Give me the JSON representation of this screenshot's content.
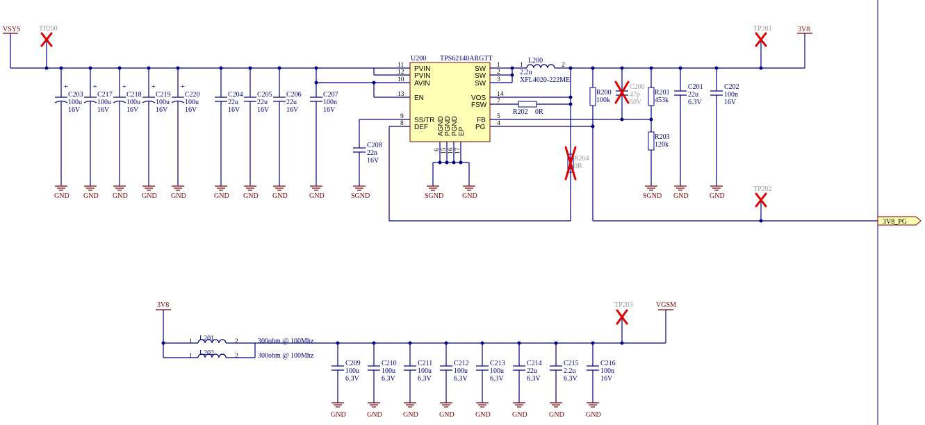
{
  "nets": {
    "vsys": "VSYS",
    "v3v8_top": "3V8",
    "v3v8_bottom": "3V8",
    "vgsm": "VGSM",
    "port_3v8_pg": "3V8_PG"
  },
  "gnd_labels": {
    "gnd": "GND",
    "sgnd": "SGND"
  },
  "test_points": {
    "tp200": "TP200",
    "tp201": "TP201",
    "tp202": "TP202",
    "tp203": "TP203"
  },
  "ic": {
    "ref": "U200",
    "part": "TPS62140ARGTT",
    "left_pins": [
      {
        "num": "11",
        "name": "PVIN"
      },
      {
        "num": "12",
        "name": "PVIN"
      },
      {
        "num": "10",
        "name": "AVIN"
      },
      {
        "num": "13",
        "name": "EN"
      },
      {
        "num": "9",
        "name": "SS/TR"
      },
      {
        "num": "8",
        "name": "DEF"
      }
    ],
    "right_pins": [
      {
        "num": "1",
        "name": "SW"
      },
      {
        "num": "2",
        "name": "SW"
      },
      {
        "num": "3",
        "name": "SW"
      },
      {
        "num": "14",
        "name": "VOS"
      },
      {
        "num": "7",
        "name": "FSW"
      },
      {
        "num": "5",
        "name": "FB"
      },
      {
        "num": "4",
        "name": "PG"
      }
    ],
    "bottom_pins": [
      {
        "num": "6",
        "name": "AGND"
      },
      {
        "num": "15",
        "name": "PGND"
      },
      {
        "num": "16",
        "name": "PGND"
      },
      {
        "num": "17",
        "name": "EP"
      }
    ]
  },
  "input_caps": [
    {
      "ref": "C203",
      "value": "100u",
      "rating": "16V",
      "polar": true
    },
    {
      "ref": "C217",
      "value": "100u",
      "rating": "16V",
      "polar": true
    },
    {
      "ref": "C218",
      "value": "100u",
      "rating": "16V",
      "polar": true
    },
    {
      "ref": "C219",
      "value": "100u",
      "rating": "16V",
      "polar": true
    },
    {
      "ref": "C220",
      "value": "100u",
      "rating": "16V",
      "polar": true
    },
    {
      "ref": "C204",
      "value": "22u",
      "rating": "16V",
      "polar": false
    },
    {
      "ref": "C205",
      "value": "22u",
      "rating": "16V",
      "polar": false
    },
    {
      "ref": "C206",
      "value": "22u",
      "rating": "16V",
      "polar": false
    },
    {
      "ref": "C207",
      "value": "100n",
      "rating": "16V",
      "polar": false
    }
  ],
  "c208": {
    "ref": "C208",
    "value": "22n",
    "rating": "16V"
  },
  "l200": {
    "ref": "L200",
    "value": "2.2u",
    "part": "XFL4020-222ME",
    "pin1": "1",
    "pin2": "2"
  },
  "r202": {
    "ref": "R202",
    "value": "0R"
  },
  "r204": {
    "ref": "R204",
    "value": "0R"
  },
  "r200": {
    "ref": "R200",
    "value": "100k"
  },
  "c200": {
    "ref": "C200",
    "value": "47p",
    "rating": "50V"
  },
  "r201": {
    "ref": "R201",
    "value": "453k"
  },
  "r203": {
    "ref": "R203",
    "value": "120k"
  },
  "c201": {
    "ref": "C201",
    "value": "22u",
    "rating": "6.3V"
  },
  "c202": {
    "ref": "C202",
    "value": "100n",
    "rating": "16V"
  },
  "l201": {
    "ref": "L201",
    "value": "300ohm @ 100Mhz",
    "pin1": "1",
    "pin2": "2"
  },
  "l202": {
    "ref": "L202",
    "value": "300ohm @ 100Mhz",
    "pin1": "1",
    "pin2": "2"
  },
  "bottom_caps": [
    {
      "ref": "C209",
      "value": "100u",
      "rating": "6.3V"
    },
    {
      "ref": "C210",
      "value": "100u",
      "rating": "6.3V"
    },
    {
      "ref": "C211",
      "value": "100u",
      "rating": "6.3V"
    },
    {
      "ref": "C212",
      "value": "100u",
      "rating": "6.3V"
    },
    {
      "ref": "C213",
      "value": "100u",
      "rating": "6.3V"
    },
    {
      "ref": "C214",
      "value": "22u",
      "rating": "6.3V"
    },
    {
      "ref": "C215",
      "value": "2.2u",
      "rating": "6.3V"
    },
    {
      "ref": "C216",
      "value": "100n",
      "rating": "16V"
    }
  ]
}
